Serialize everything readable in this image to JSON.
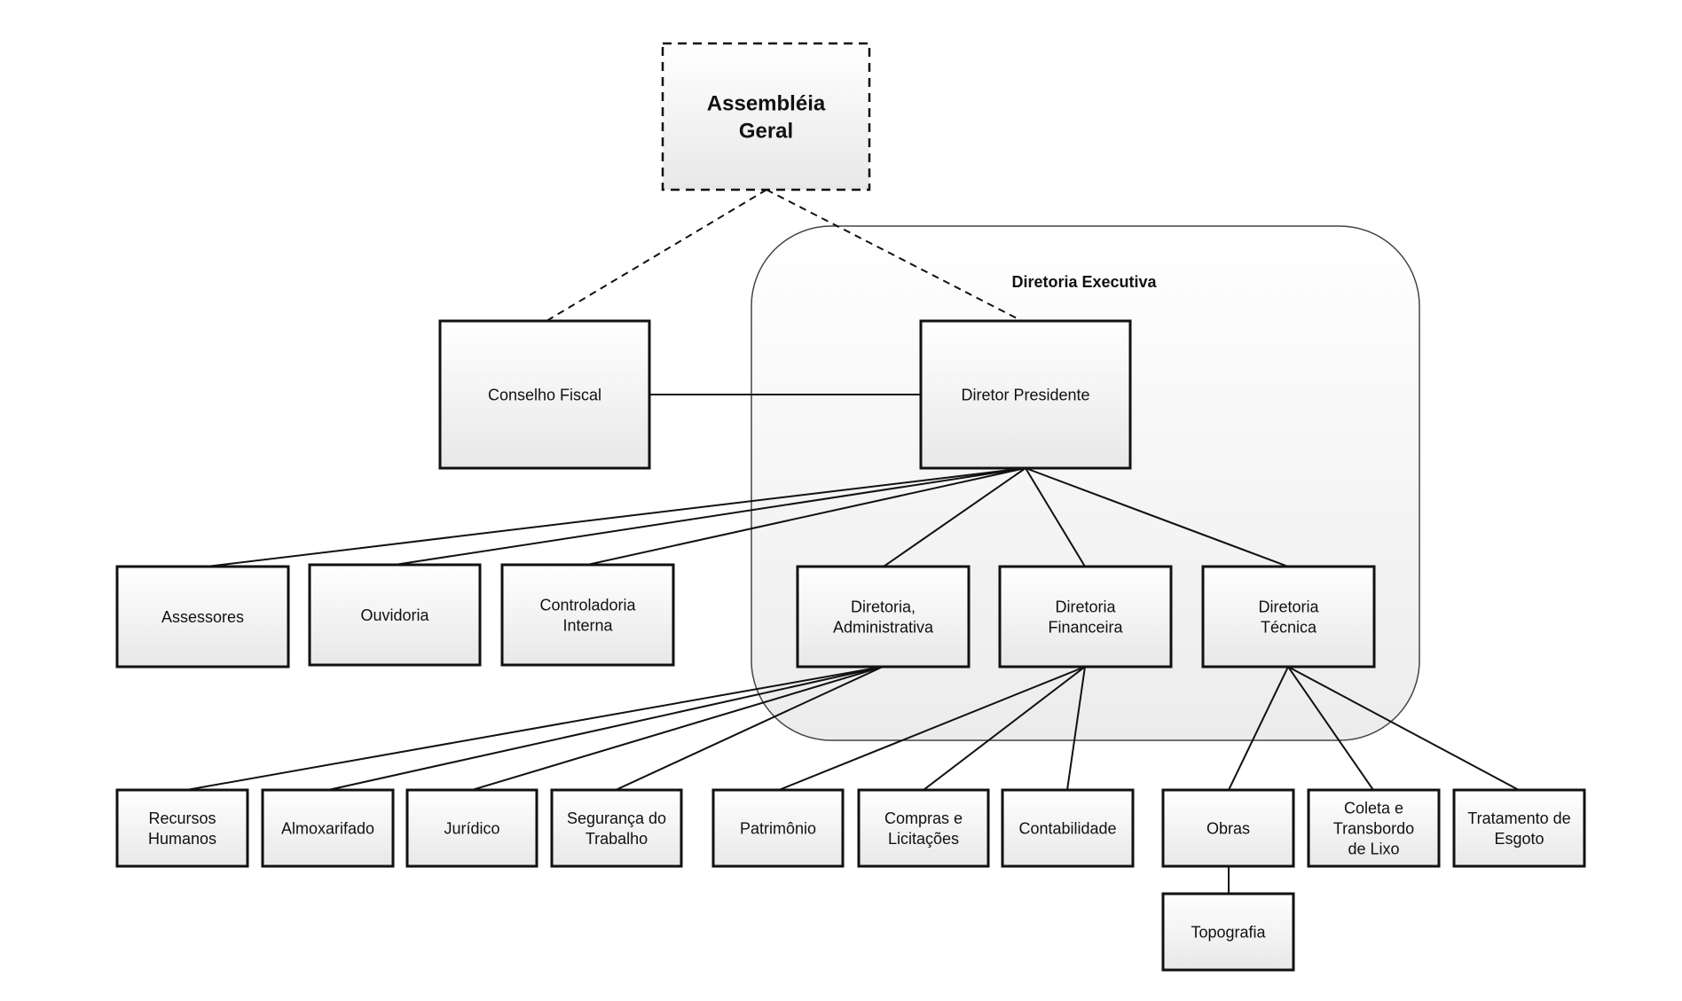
{
  "top_box": {
    "lines": [
      "Assembléia",
      "Geral"
    ]
  },
  "group": {
    "title": "Diretoria Executiva"
  },
  "boxes": {
    "conselho": {
      "lines": [
        "Conselho Fiscal"
      ]
    },
    "presidente": {
      "lines": [
        "Diretor Presidente"
      ]
    },
    "assessores": {
      "lines": [
        "Assessores"
      ]
    },
    "ouvidoria": {
      "lines": [
        "Ouvidoria"
      ]
    },
    "controladoria": {
      "lines": [
        "Controladoria",
        "Interna"
      ]
    },
    "administrativa": {
      "lines": [
        "Diretoria,",
        "Administrativa"
      ]
    },
    "financeira": {
      "lines": [
        "Diretoria",
        "Financeira"
      ]
    },
    "tecnica": {
      "lines": [
        "Diretoria",
        "Técnica"
      ]
    },
    "rh": {
      "lines": [
        "Recursos",
        "Humanos"
      ]
    },
    "almox": {
      "lines": [
        "Almoxarifado"
      ]
    },
    "juridico": {
      "lines": [
        "Jurídico"
      ]
    },
    "seguranca": {
      "lines": [
        "Segurança do",
        "Trabalho"
      ]
    },
    "patrimonio": {
      "lines": [
        "Patrimônio"
      ]
    },
    "compras": {
      "lines": [
        "Compras e",
        "Licitações"
      ]
    },
    "contabilidade": {
      "lines": [
        "Contabilidade"
      ]
    },
    "obras": {
      "lines": [
        "Obras"
      ]
    },
    "coleta": {
      "lines": [
        "Coleta e",
        "Transbordo",
        "de Lixo"
      ]
    },
    "esgoto": {
      "lines": [
        "Tratamento de",
        "Esgoto"
      ]
    },
    "topografia": {
      "lines": [
        "Topografia"
      ]
    }
  },
  "colors": {
    "stroke": "#111111",
    "box_fill_top": "#ffffff",
    "box_fill_bottom": "#e9e9e9"
  }
}
